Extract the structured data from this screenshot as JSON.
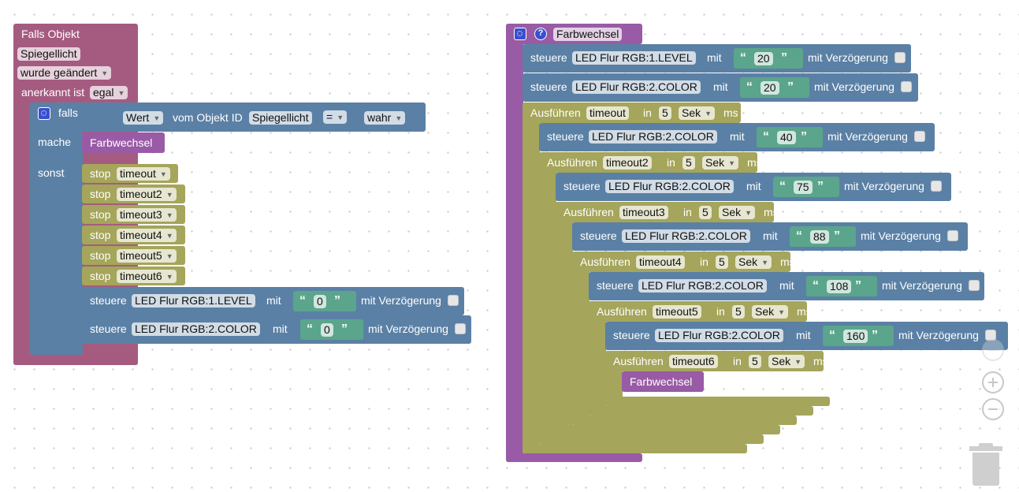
{
  "event_block": {
    "title": "Falls Objekt",
    "object": "Spiegellicht",
    "trigger": "wurde geändert",
    "ack_label": "anerkannt ist",
    "ack_value": "egal"
  },
  "if_block": {
    "if_label": "falls",
    "value_dropdown": "Wert",
    "of_object_label": "vom Objekt ID",
    "object_id": "Spiegellicht",
    "operator": "=",
    "compare_value": "wahr",
    "do_label": "mache",
    "call_name": "Farbwechsel",
    "else_label": "sonst",
    "stops": [
      {
        "label": "stop",
        "name": "timeout"
      },
      {
        "label": "stop",
        "name": "timeout2"
      },
      {
        "label": "stop",
        "name": "timeout3"
      },
      {
        "label": "stop",
        "name": "timeout4"
      },
      {
        "label": "stop",
        "name": "timeout5"
      },
      {
        "label": "stop",
        "name": "timeout6"
      }
    ],
    "controls": [
      {
        "label": "steuere",
        "target": "LED Flur RGB:1.LEVEL",
        "mit": "mit",
        "value": "0",
        "delay": "mit Verzögerung"
      },
      {
        "label": "steuere",
        "target": "LED Flur RGB:2.COLOR",
        "mit": "mit",
        "value": "0",
        "delay": "mit Verzögerung"
      }
    ]
  },
  "procedure": {
    "name": "Farbwechsel",
    "controls": [
      {
        "label": "steuere",
        "target": "LED Flur RGB:1.LEVEL",
        "mit": "mit",
        "value": "20",
        "delay": "mit Verzögerung"
      },
      {
        "label": "steuere",
        "target": "LED Flur RGB:2.COLOR",
        "mit": "mit",
        "value": "20",
        "delay": "mit Verzögerung"
      }
    ],
    "timeouts": [
      {
        "label": "Ausführen",
        "name": "timeout",
        "in": "in",
        "amount": "5",
        "unit": "Sek",
        "ms": "ms",
        "control": {
          "label": "steuere",
          "target": "LED Flur RGB:2.COLOR",
          "mit": "mit",
          "value": "40",
          "delay": "mit Verzögerung"
        }
      },
      {
        "label": "Ausführen",
        "name": "timeout2",
        "in": "in",
        "amount": "5",
        "unit": "Sek",
        "ms": "ms",
        "control": {
          "label": "steuere",
          "target": "LED Flur RGB:2.COLOR",
          "mit": "mit",
          "value": "75",
          "delay": "mit Verzögerung"
        }
      },
      {
        "label": "Ausführen",
        "name": "timeout3",
        "in": "in",
        "amount": "5",
        "unit": "Sek",
        "ms": "ms",
        "control": {
          "label": "steuere",
          "target": "LED Flur RGB:2.COLOR",
          "mit": "mit",
          "value": "88",
          "delay": "mit Verzögerung"
        }
      },
      {
        "label": "Ausführen",
        "name": "timeout4",
        "in": "in",
        "amount": "5",
        "unit": "Sek",
        "ms": "ms",
        "control": {
          "label": "steuere",
          "target": "LED Flur RGB:2.COLOR",
          "mit": "mit",
          "value": "108",
          "delay": "mit Verzögerung"
        }
      },
      {
        "label": "Ausführen",
        "name": "timeout5",
        "in": "in",
        "amount": "5",
        "unit": "Sek",
        "ms": "ms",
        "control": {
          "label": "steuere",
          "target": "LED Flur RGB:2.COLOR",
          "mit": "mit",
          "value": "160",
          "delay": "mit Verzögerung"
        }
      },
      {
        "label": "Ausführen",
        "name": "timeout6",
        "in": "in",
        "amount": "5",
        "unit": "Sek",
        "ms": "ms",
        "control": null
      }
    ],
    "final_call": "Farbwechsel"
  },
  "icons": {
    "settings": "gear-icon",
    "help": "help-icon",
    "zoom_in": "zoom-in-icon",
    "zoom_out": "zoom-out-icon",
    "trash": "trash-icon"
  },
  "colors": {
    "event": "#a55b80",
    "procedure": "#995ba5",
    "control": "#5b80a5",
    "timer": "#a5a55b",
    "text_value": "#5ba58c",
    "gear_icon": "#3a4fcf"
  }
}
